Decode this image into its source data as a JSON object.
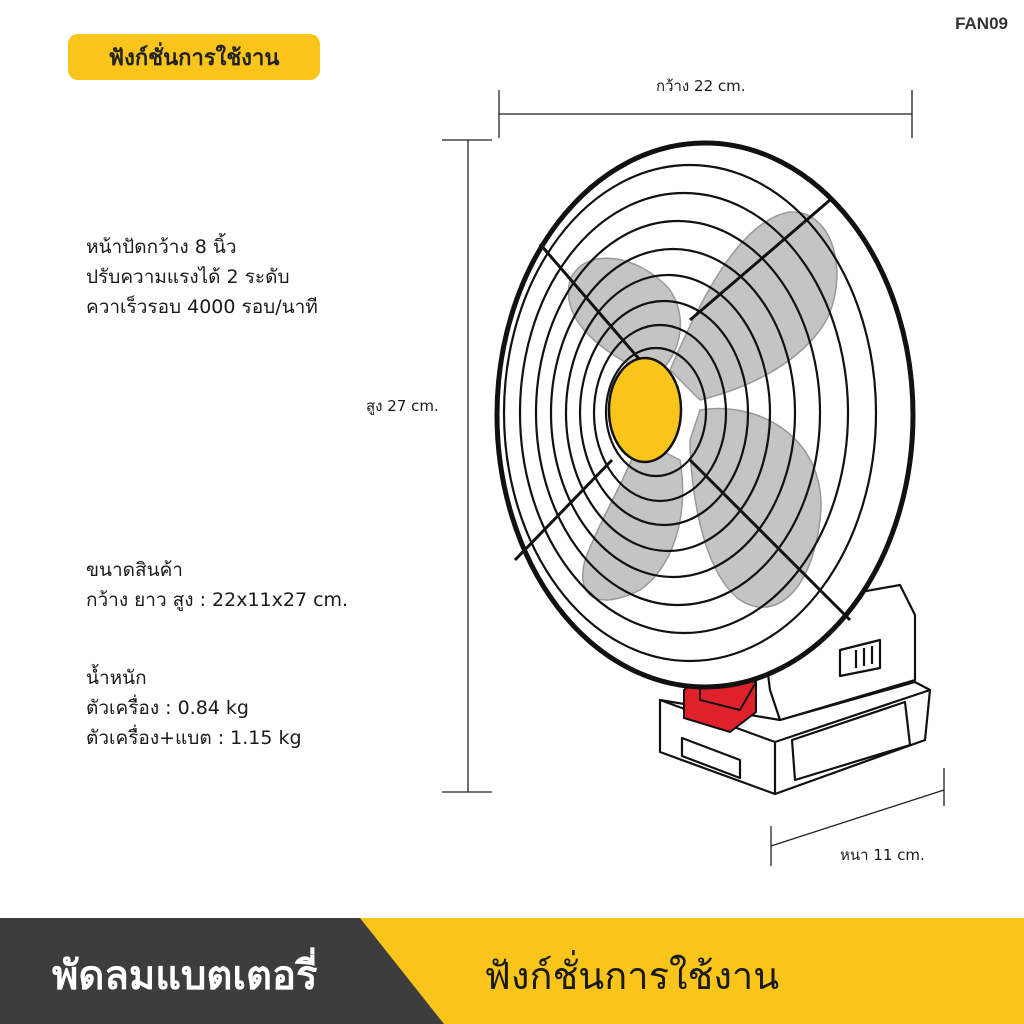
{
  "product_code": "FAN09",
  "section_title": "ฟังก์ชั่นการใช้งาน",
  "features": [
    "หน้าปัดกว้าง 8 นิ้ว",
    "ปรับความแรงได้ 2 ระดับ",
    "ควาเร็วรอบ 4000 รอบ/นาที"
  ],
  "size": {
    "heading": "ขนาดสินค้า",
    "value": "กว้าง ยาว สูง : 22x11x27 cm."
  },
  "weight": {
    "heading": "น้ำหนัก",
    "unit_only": "ตัวเครื่อง : 0.84 kg",
    "with_battery": "ตัวเครื่อง+แบต : 1.15 kg"
  },
  "dimensions": {
    "width": "กว้าง 22 cm.",
    "height": "สูง 27 cm.",
    "depth": "หนา  11 cm."
  },
  "banner": {
    "left": "พัดลมแบตเตอรี่",
    "right": "ฟังก์ชั่นการใช้งาน"
  },
  "colors": {
    "accent_yellow": "#f9c51b",
    "dark_gray": "#3d3d3d",
    "button_red": "#e0212b",
    "blade_gray": "#c4c4c4"
  },
  "icons": [
    "battery-fan-illustration"
  ]
}
